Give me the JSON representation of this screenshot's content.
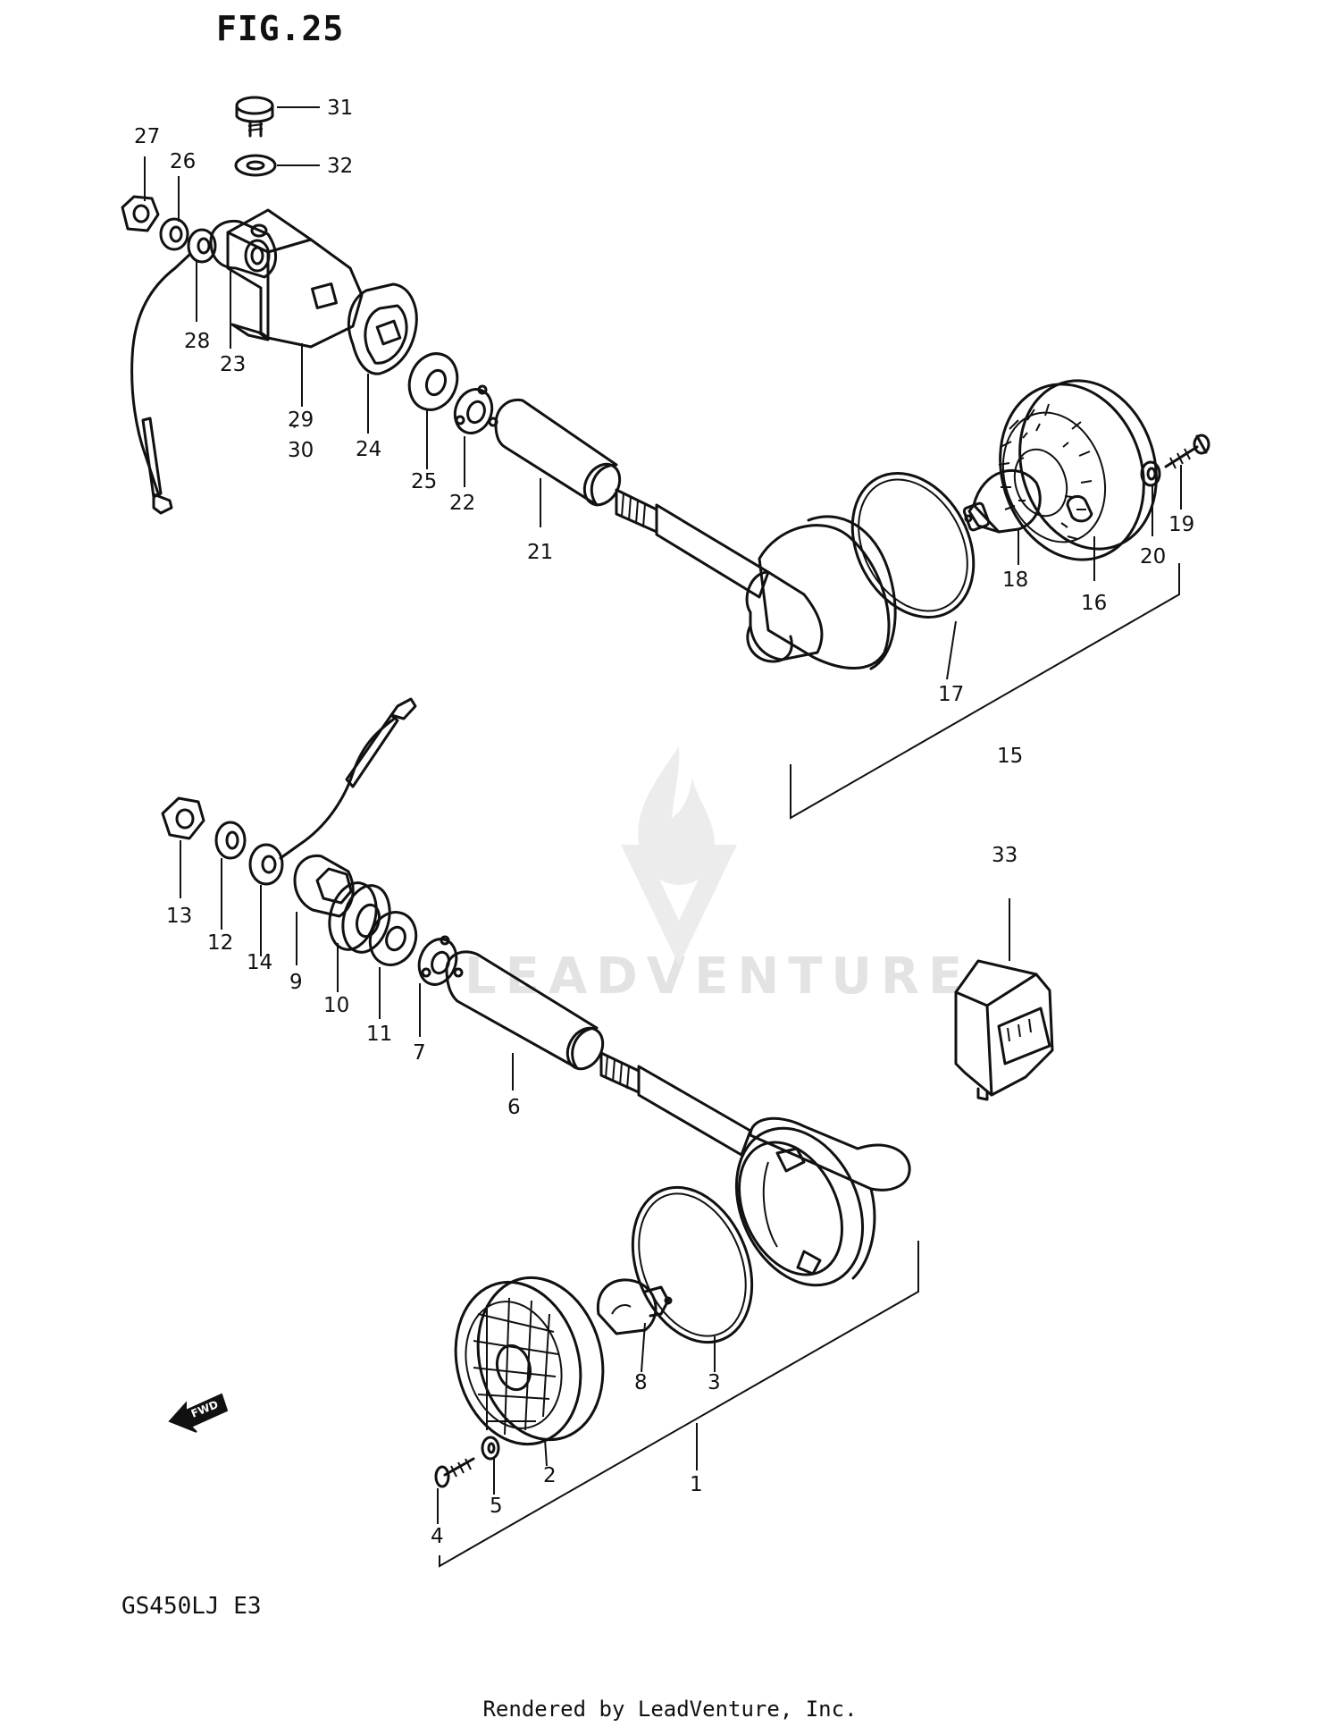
{
  "figure": {
    "title": "FIG.25",
    "model_code": "GS450LJ E3",
    "footer": "Rendered by LeadVenture, Inc.",
    "watermark": "LEADVENTURE",
    "fwd_label": "FWD"
  },
  "callouts": {
    "n1": "1",
    "n2": "2",
    "n3": "3",
    "n4": "4",
    "n5": "5",
    "n6": "6",
    "n7": "7",
    "n8": "8",
    "n9": "9",
    "n10": "10",
    "n11": "11",
    "n12": "12",
    "n13": "13",
    "n14": "14",
    "n15": "15",
    "n16": "16",
    "n17": "17",
    "n18": "18",
    "n19": "19",
    "n20": "20",
    "n21": "21",
    "n22": "22",
    "n23": "23",
    "n24": "24",
    "n25": "25",
    "n26": "26",
    "n27": "27",
    "n28": "28",
    "n29": "29",
    "n30": "30",
    "n31": "31",
    "n32": "32",
    "n33": "33"
  }
}
